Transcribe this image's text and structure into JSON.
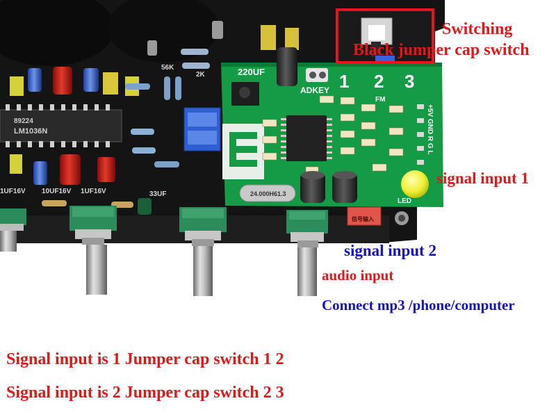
{
  "labels": {
    "switching": "Switching",
    "jumper": "Black jumper cap switch",
    "signal_input_1": "signal input 1",
    "signal_input_2": "signal input  2",
    "audio_input": "audio input",
    "connect": "Connect mp3 /phone/computer",
    "note_1": "Signal input is 1  Jumper cap switch 1  2",
    "note_2": "Signal input is 2  Jumper cap switch 2  3"
  },
  "board": {
    "pin_numbers": [
      "1",
      "2",
      "3"
    ],
    "cap_220": "220UF",
    "adkey": "ADKEY",
    "fm": "FM",
    "led": "LED",
    "crystal": "24.000H61.3",
    "chip_model": "LM1036N",
    "chip_code": "89224",
    "side_pins": "+5V GND R G L",
    "cap_1uf_a": "1UF16V",
    "cap_1uf_b": "10UF16V",
    "cap_1uf_c": "1UF16V",
    "cap_33": "33UF",
    "res_56k": "56K",
    "res_2k": "2K",
    "connector_text": "信号输入"
  },
  "colors": {
    "label_red": "#e01818",
    "label_blue": "#1212c8",
    "pcb_green": "#159a45",
    "board_black": "#141414",
    "box_red": "#e8141e"
  }
}
